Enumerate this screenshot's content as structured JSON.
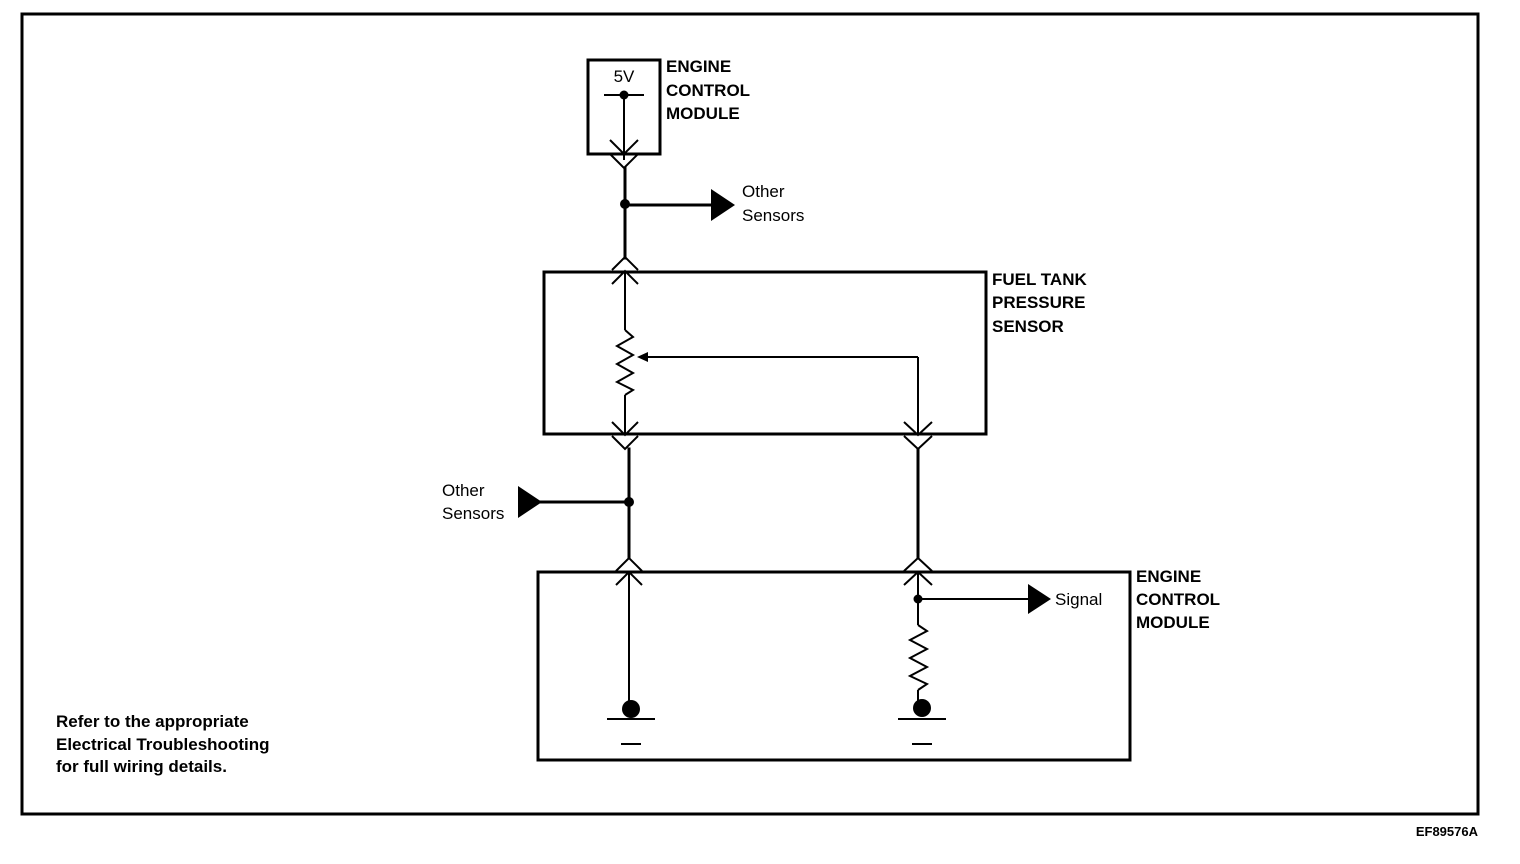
{
  "ecm_top": {
    "voltage": "5V",
    "label_lines": [
      "ENGINE",
      "CONTROL",
      "MODULE"
    ]
  },
  "other_sensors_top": [
    "Other",
    "Sensors"
  ],
  "fuel_tank_sensor": {
    "label_lines": [
      "FUEL TANK",
      "PRESSURE",
      "SENSOR"
    ]
  },
  "other_sensors_bottom": [
    "Other",
    "Sensors"
  ],
  "ecm_bottom": {
    "label_lines": [
      "ENGINE",
      "CONTROL",
      "MODULE"
    ],
    "signal": "Signal"
  },
  "note_lines": [
    "Refer to the appropriate",
    "Electrical Troubleshooting",
    "for full wiring details."
  ],
  "figure_code": "EF89576A"
}
